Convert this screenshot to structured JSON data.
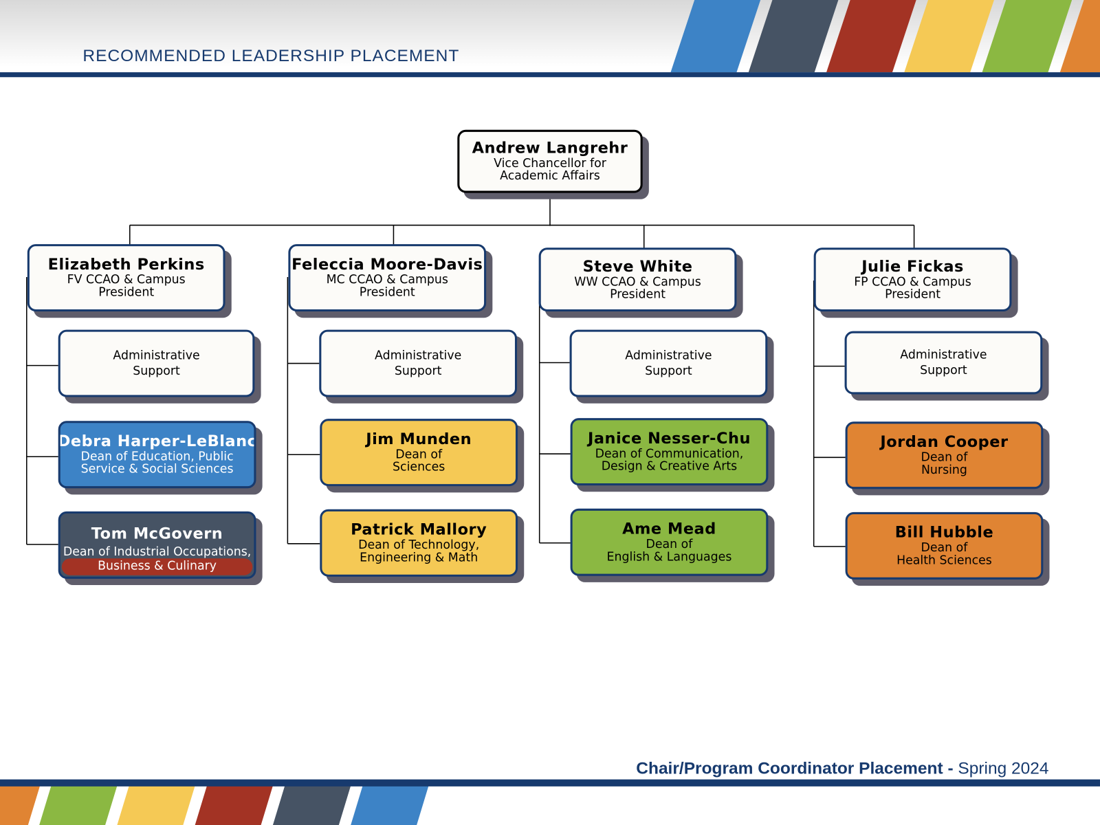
{
  "header": {
    "title": "RECOMMENDED LEADERSHIP PLACEMENT"
  },
  "footer": {
    "bold": "Chair/Program Coordinator Placement",
    "separator": " - ",
    "term": "Spring 2024"
  },
  "colors": {
    "navy": "#173a6e",
    "blue": "#3d83c6",
    "slate": "#465364",
    "red": "#a33324",
    "yellow": "#f5c955",
    "green": "#8bb842",
    "orange": "#e08433"
  },
  "org": {
    "top": {
      "name": "Andrew Langrehr",
      "role1": "Vice Chancellor for",
      "role2": "Academic Affairs"
    },
    "columns": [
      {
        "head": {
          "name": "Elizabeth Perkins",
          "role1": "FV CCAO & Campus",
          "role2": "President"
        },
        "admin": {
          "l1": "Administrative",
          "l2": "Support"
        },
        "deans": [
          {
            "name": "Debra Harper-LeBlanc",
            "role1": "Dean of Education, Public",
            "role2": "Service & Social Sciences"
          },
          {
            "name": "Tom McGovern",
            "role1": "Dean of Industrial Occupations,",
            "role2": "Business & Culinary"
          }
        ]
      },
      {
        "head": {
          "name": "Feleccia Moore-Davis",
          "role1": "MC CCAO & Campus",
          "role2": "President"
        },
        "admin": {
          "l1": "Administrative",
          "l2": "Support"
        },
        "deans": [
          {
            "name": "Jim Munden",
            "role1": "Dean of",
            "role2": "Sciences"
          },
          {
            "name": "Patrick Mallory",
            "role1": "Dean of Technology,",
            "role2": "Engineering & Math"
          }
        ]
      },
      {
        "head": {
          "name": "Steve White",
          "role1": "WW CCAO & Campus",
          "role2": "President"
        },
        "admin": {
          "l1": "Administrative",
          "l2": "Support"
        },
        "deans": [
          {
            "name": "Janice Nesser-Chu",
            "role1": "Dean of Communication,",
            "role2": "Design & Creative Arts"
          },
          {
            "name": "Ame Mead",
            "role1": "Dean of",
            "role2": "English & Languages"
          }
        ]
      },
      {
        "head": {
          "name": "Julie Fickas",
          "role1": "FP CCAO & Campus",
          "role2": "President"
        },
        "admin": {
          "l1": "Administrative",
          "l2": "Support"
        },
        "deans": [
          {
            "name": "Jordan Cooper",
            "role1": "Dean of",
            "role2": "Nursing"
          },
          {
            "name": "Bill Hubble",
            "role1": "Dean of",
            "role2": "Health Sciences"
          }
        ]
      }
    ]
  }
}
